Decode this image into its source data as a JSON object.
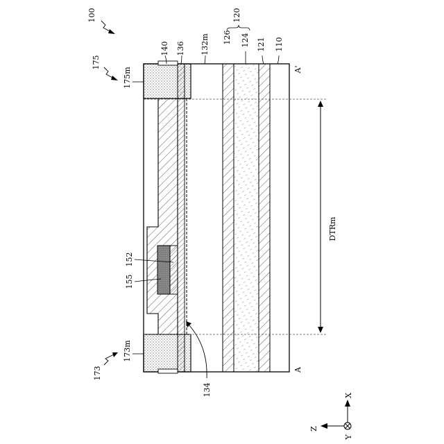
{
  "figure": {
    "main_ref": "100",
    "labels": {
      "l140": "140",
      "l136": "136",
      "l132m": "132m",
      "l126": "126",
      "l124": "124",
      "l120": "120",
      "l121": "121",
      "l110": "110",
      "l175": "175",
      "l175m": "175m",
      "l173": "173",
      "l173m": "173m",
      "l155": "155",
      "l152": "152",
      "l134": "134",
      "dtr": "DTRm",
      "a_prime": "A'",
      "a": "A"
    },
    "axes": {
      "x": "X",
      "y": "Y",
      "z": "Z"
    }
  }
}
